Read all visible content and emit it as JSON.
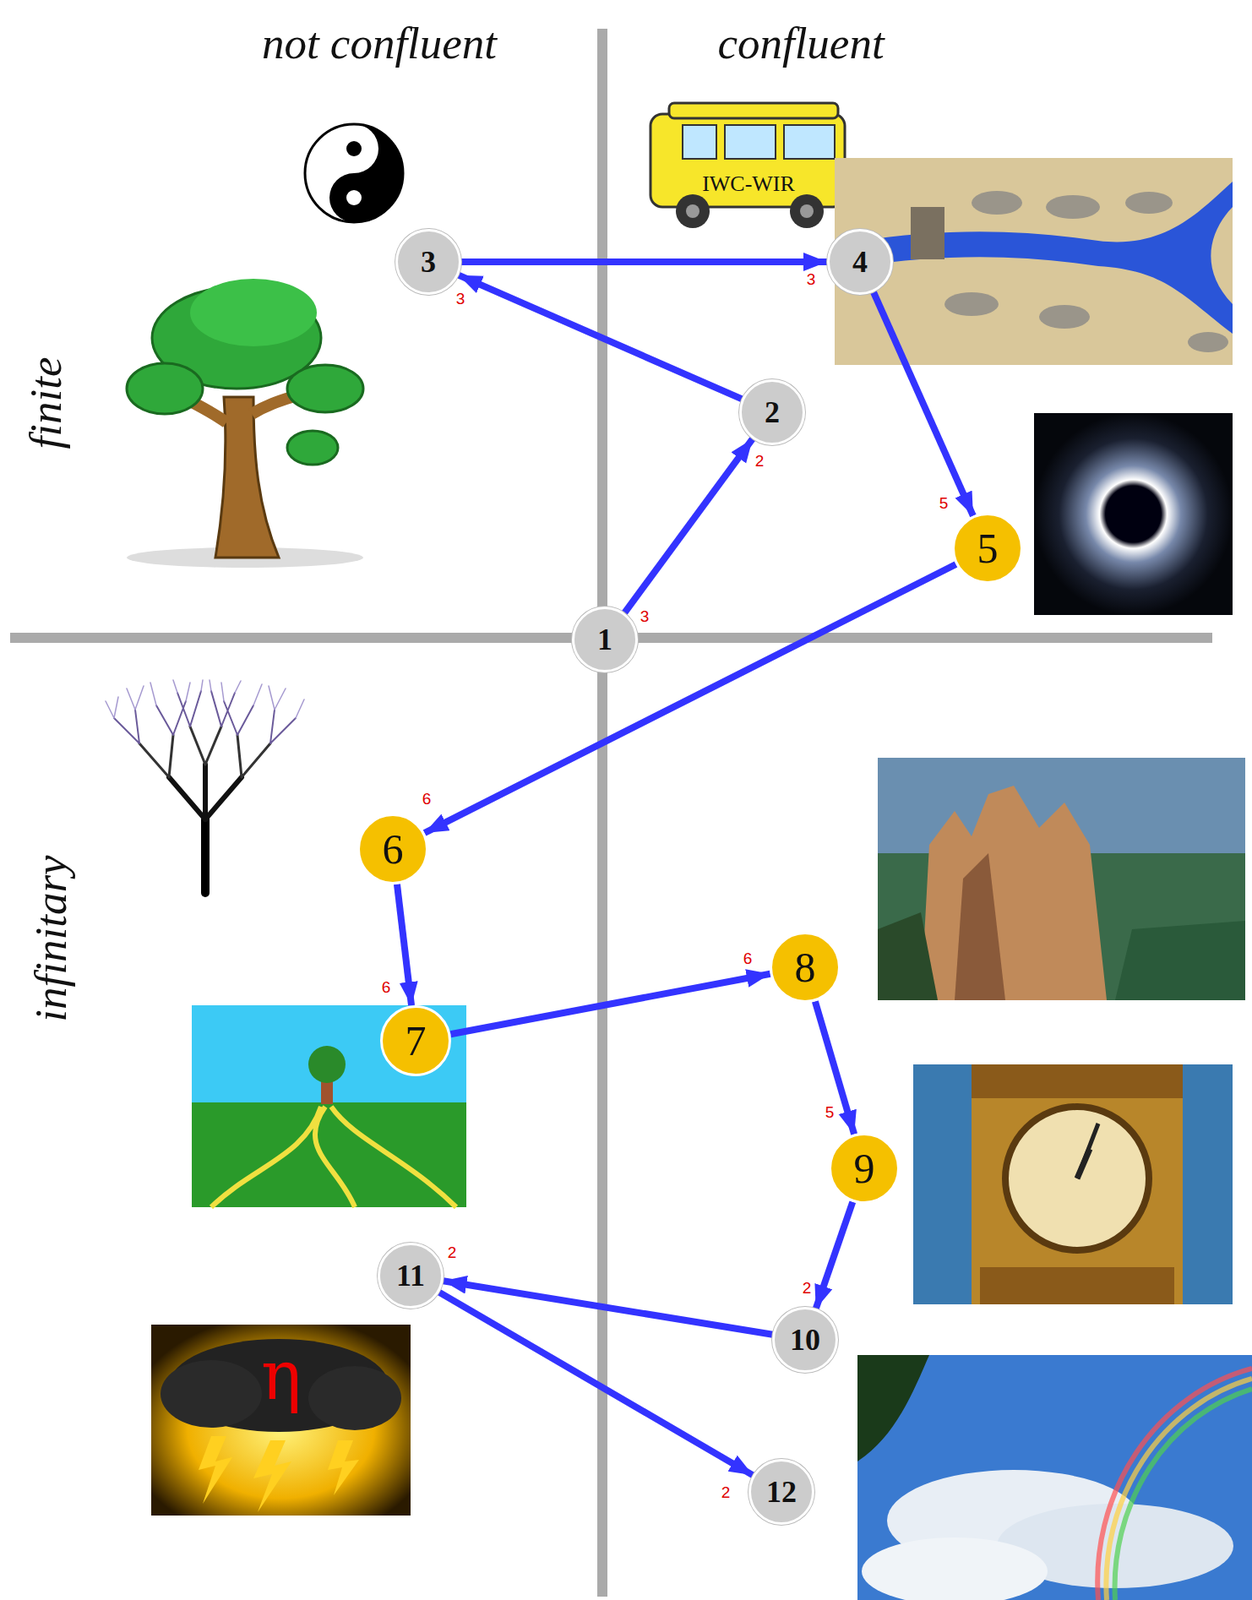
{
  "diagram": {
    "nodes": [
      {
        "text": [
          "1"
        ]
      },
      {
        "text": [
          "2"
        ]
      },
      {
        "text": [
          "3"
        ]
      },
      {
        "text": [
          "4"
        ]
      },
      {
        "text": [
          "5"
        ]
      },
      {
        "text": [
          "6"
        ]
      },
      {
        "text": [
          "7"
        ]
      },
      {
        "text": [
          "8"
        ]
      },
      {
        "text": [
          "9"
        ]
      },
      {
        "text": [
          "10"
        ]
      },
      {
        "text": [
          "11"
        ]
      },
      {
        "text": [
          "12"
        ]
      }
    ],
    "edges": [
      {
        "from": 0,
        "to": 1,
        "arrow": "to"
      },
      {
        "from": 1,
        "to": 2,
        "arrow": "to"
      },
      {
        "from": 2,
        "to": 3,
        "arrow": "to"
      },
      {
        "from": 3,
        "to": 4,
        "arrow": "to"
      },
      {
        "from": 4,
        "to": 5,
        "arrow": "to"
      },
      {
        "from": 5,
        "to": 6,
        "arrow": "to"
      },
      {
        "from": 6,
        "to": 7,
        "arrow": "to"
      },
      {
        "from": 7,
        "to": 8,
        "arrow": "to"
      },
      {
        "from": 8,
        "to": 9,
        "arrow": "to"
      },
      {
        "from": 9,
        "to": 10,
        "arrow": "to"
      },
      {
        "from": 10,
        "to": 11,
        "arrow": "to"
      }
    ],
    "labels": [
      "not confluent",
      "confluent",
      "finite",
      "infinitary",
      "IWC-WIR",
      "η",
      "3",
      "3",
      "2",
      "3",
      "5",
      "6",
      "6",
      "6",
      "5",
      "2",
      "2",
      "2"
    ]
  }
}
